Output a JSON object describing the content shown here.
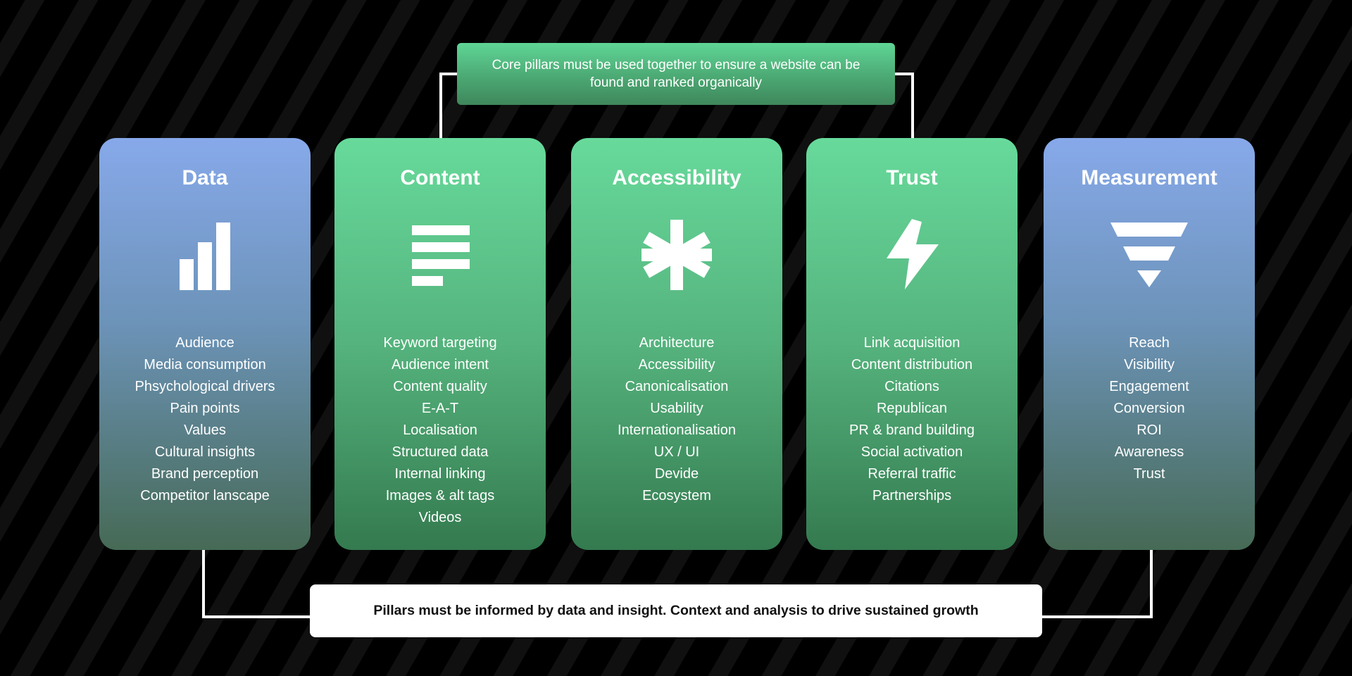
{
  "top_note": "Core pillars must be used together to ensure a website can be found and ranked organically",
  "bottom_note": "Pillars must be informed by data and insight. Context and analysis to drive sustained growth",
  "colors": {
    "blue_top": "#87a9ea",
    "green_top": "#67da9b",
    "background": "#000000"
  },
  "pillars": [
    {
      "title": "Data",
      "icon": "bar-chart-icon",
      "items": [
        "Audience",
        "Media consumption",
        "Phsychological drivers",
        "Pain points",
        "Values",
        "Cultural insights",
        "Brand perception",
        "Competitor lanscape"
      ]
    },
    {
      "title": "Content",
      "icon": "text-lines-icon",
      "items": [
        "Keyword targeting",
        "Audience intent",
        "Content quality",
        "E-A-T",
        "Localisation",
        "Structured data",
        "Internal linking",
        "Images & alt tags",
        "Videos"
      ]
    },
    {
      "title": "Accessibility",
      "icon": "asterisk-icon",
      "items": [
        "Architecture",
        "Accessibility",
        "Canonicalisation",
        "Usability",
        "Internationalisation",
        "UX / UI",
        "Devide",
        "Ecosystem"
      ]
    },
    {
      "title": "Trust",
      "icon": "lightning-icon",
      "items": [
        "Link acquisition",
        "Content distribution",
        "Citations",
        "Republican",
        "PR & brand building",
        "Social activation",
        "Referral traffic",
        "Partnerships"
      ]
    },
    {
      "title": "Measurement",
      "icon": "funnel-icon",
      "items": [
        "Reach",
        "Visibility",
        "Engagement",
        "Conversion",
        "ROI",
        "Awareness",
        "Trust"
      ]
    }
  ]
}
